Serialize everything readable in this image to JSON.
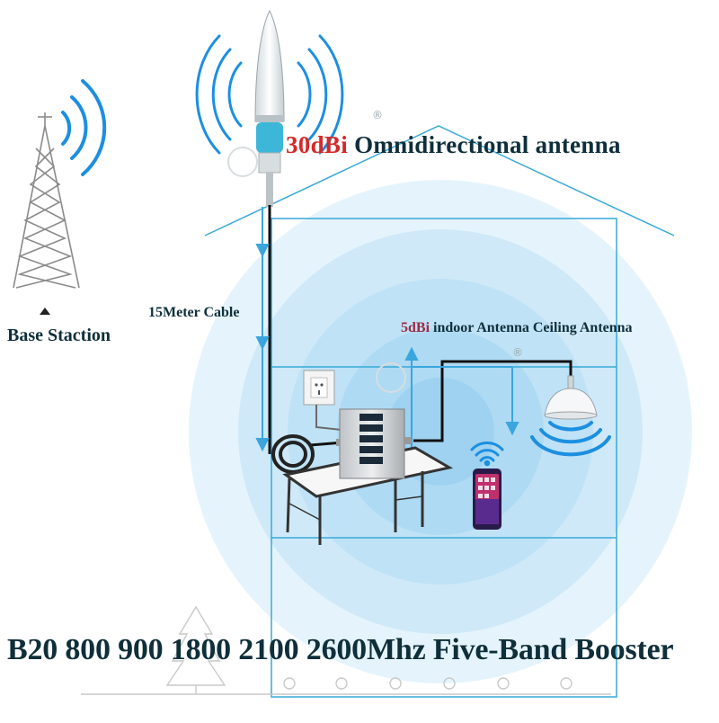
{
  "outdoor_antenna": {
    "gain": "30dBi",
    "label": "Omnidirectional antenna"
  },
  "cable_label": "15Meter Cable",
  "indoor_antenna": {
    "gain": "5dBi",
    "label": "indoor Antenna Ceiling Antenna"
  },
  "base_station_label": "Base Staction",
  "product_title": "B20 800 900 1800 2100 2600Mhz Five-Band Booster",
  "registered_mark": "®",
  "colors": {
    "signal_blue": "#1c8fe0",
    "house_outline": "#39a9d6",
    "cable": "#111111",
    "gain_red": "#d42a2a",
    "text_dark": "#0f2f3a"
  }
}
